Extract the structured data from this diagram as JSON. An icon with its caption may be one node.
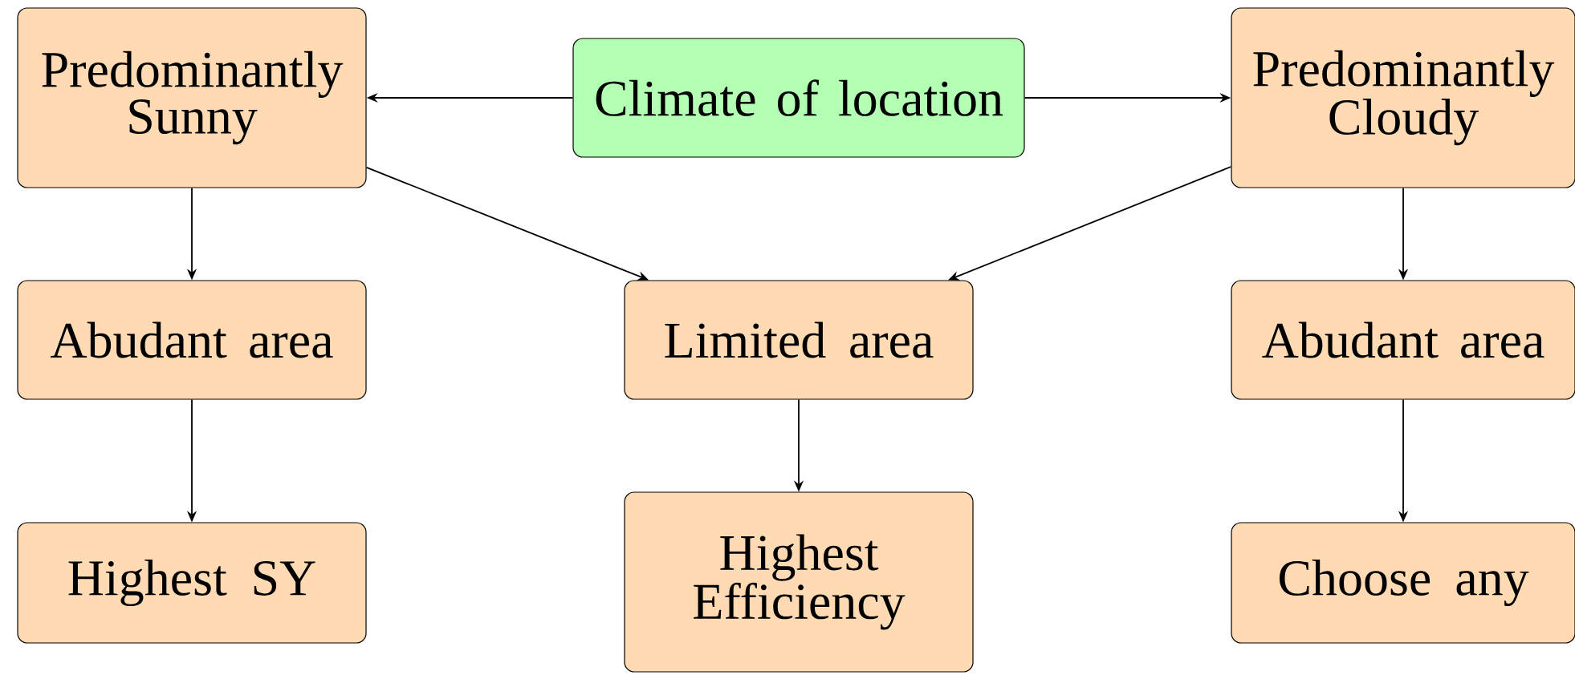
{
  "diagram": {
    "nodes": [
      {
        "text": [
          "Predominantly Sunny"
        ]
      },
      {
        "text": [
          "Climate of location"
        ]
      },
      {
        "text": [
          "Predominantly Cloudy"
        ]
      },
      {
        "text": [
          "Abudant area"
        ]
      },
      {
        "text": [
          "Limited area"
        ]
      },
      {
        "text": [
          "Abudant area"
        ]
      },
      {
        "text": [
          "Highest SY"
        ]
      },
      {
        "text": [
          "Highest Efficiency"
        ]
      },
      {
        "text": [
          "Choose any"
        ]
      }
    ],
    "edges": [
      {
        "from": 1,
        "to": 0,
        "arrow": "to"
      },
      {
        "from": 1,
        "to": 2,
        "arrow": "to"
      },
      {
        "from": 0,
        "to": 3,
        "arrow": "to"
      },
      {
        "from": 0,
        "to": 4,
        "arrow": "to"
      },
      {
        "from": 2,
        "to": 4,
        "arrow": "to"
      },
      {
        "from": 2,
        "to": 5,
        "arrow": "to"
      },
      {
        "from": 3,
        "to": 6,
        "arrow": "to"
      },
      {
        "from": 4,
        "to": 7,
        "arrow": "to"
      },
      {
        "from": 5,
        "to": 8,
        "arrow": "to"
      }
    ]
  }
}
